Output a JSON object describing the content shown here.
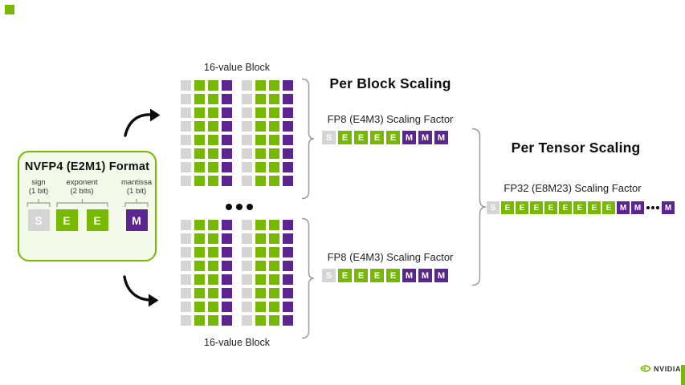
{
  "slide": {
    "format_box": {
      "title": "NVFP4 (E2M1) Format",
      "fields": [
        {
          "label": "sign",
          "bits": "(1 bit)",
          "cells": [
            "S"
          ]
        },
        {
          "label": "exponent",
          "bits": "(2 bits)",
          "cells": [
            "E",
            "E"
          ]
        },
        {
          "label": "mantissa",
          "bits": "(1 bit)",
          "cells": [
            "M"
          ]
        }
      ]
    },
    "blocks": {
      "top_label": "16-value Block",
      "bottom_label": "16-value Block",
      "grid_rows": 8,
      "grid_row_pattern": [
        "S",
        "E",
        "E",
        "M",
        "S",
        "E",
        "E",
        "M"
      ],
      "ellipsis": "•••"
    },
    "per_block": {
      "heading": "Per Block Scaling",
      "factor_label_top": "FP8 (E4M3) Scaling Factor",
      "factor_label_bottom": "FP8 (E4M3) Scaling Factor",
      "fp8_bits": [
        "S",
        "E",
        "E",
        "E",
        "E",
        "M",
        "M",
        "M"
      ]
    },
    "per_tensor": {
      "heading": "Per Tensor Scaling",
      "factor_label": "FP32 (E8M23) Scaling Factor",
      "fp32_bits_before_dots": [
        "S",
        "E",
        "E",
        "E",
        "E",
        "E",
        "E",
        "E",
        "E",
        "M",
        "M"
      ],
      "dots": "•••",
      "fp32_bits_after_dots": [
        "M"
      ]
    },
    "brand": {
      "logo_text": "NVIDIA"
    },
    "colors": {
      "green": "#76b900",
      "purple": "#5c2591",
      "gray": "#d5d5d5"
    }
  }
}
